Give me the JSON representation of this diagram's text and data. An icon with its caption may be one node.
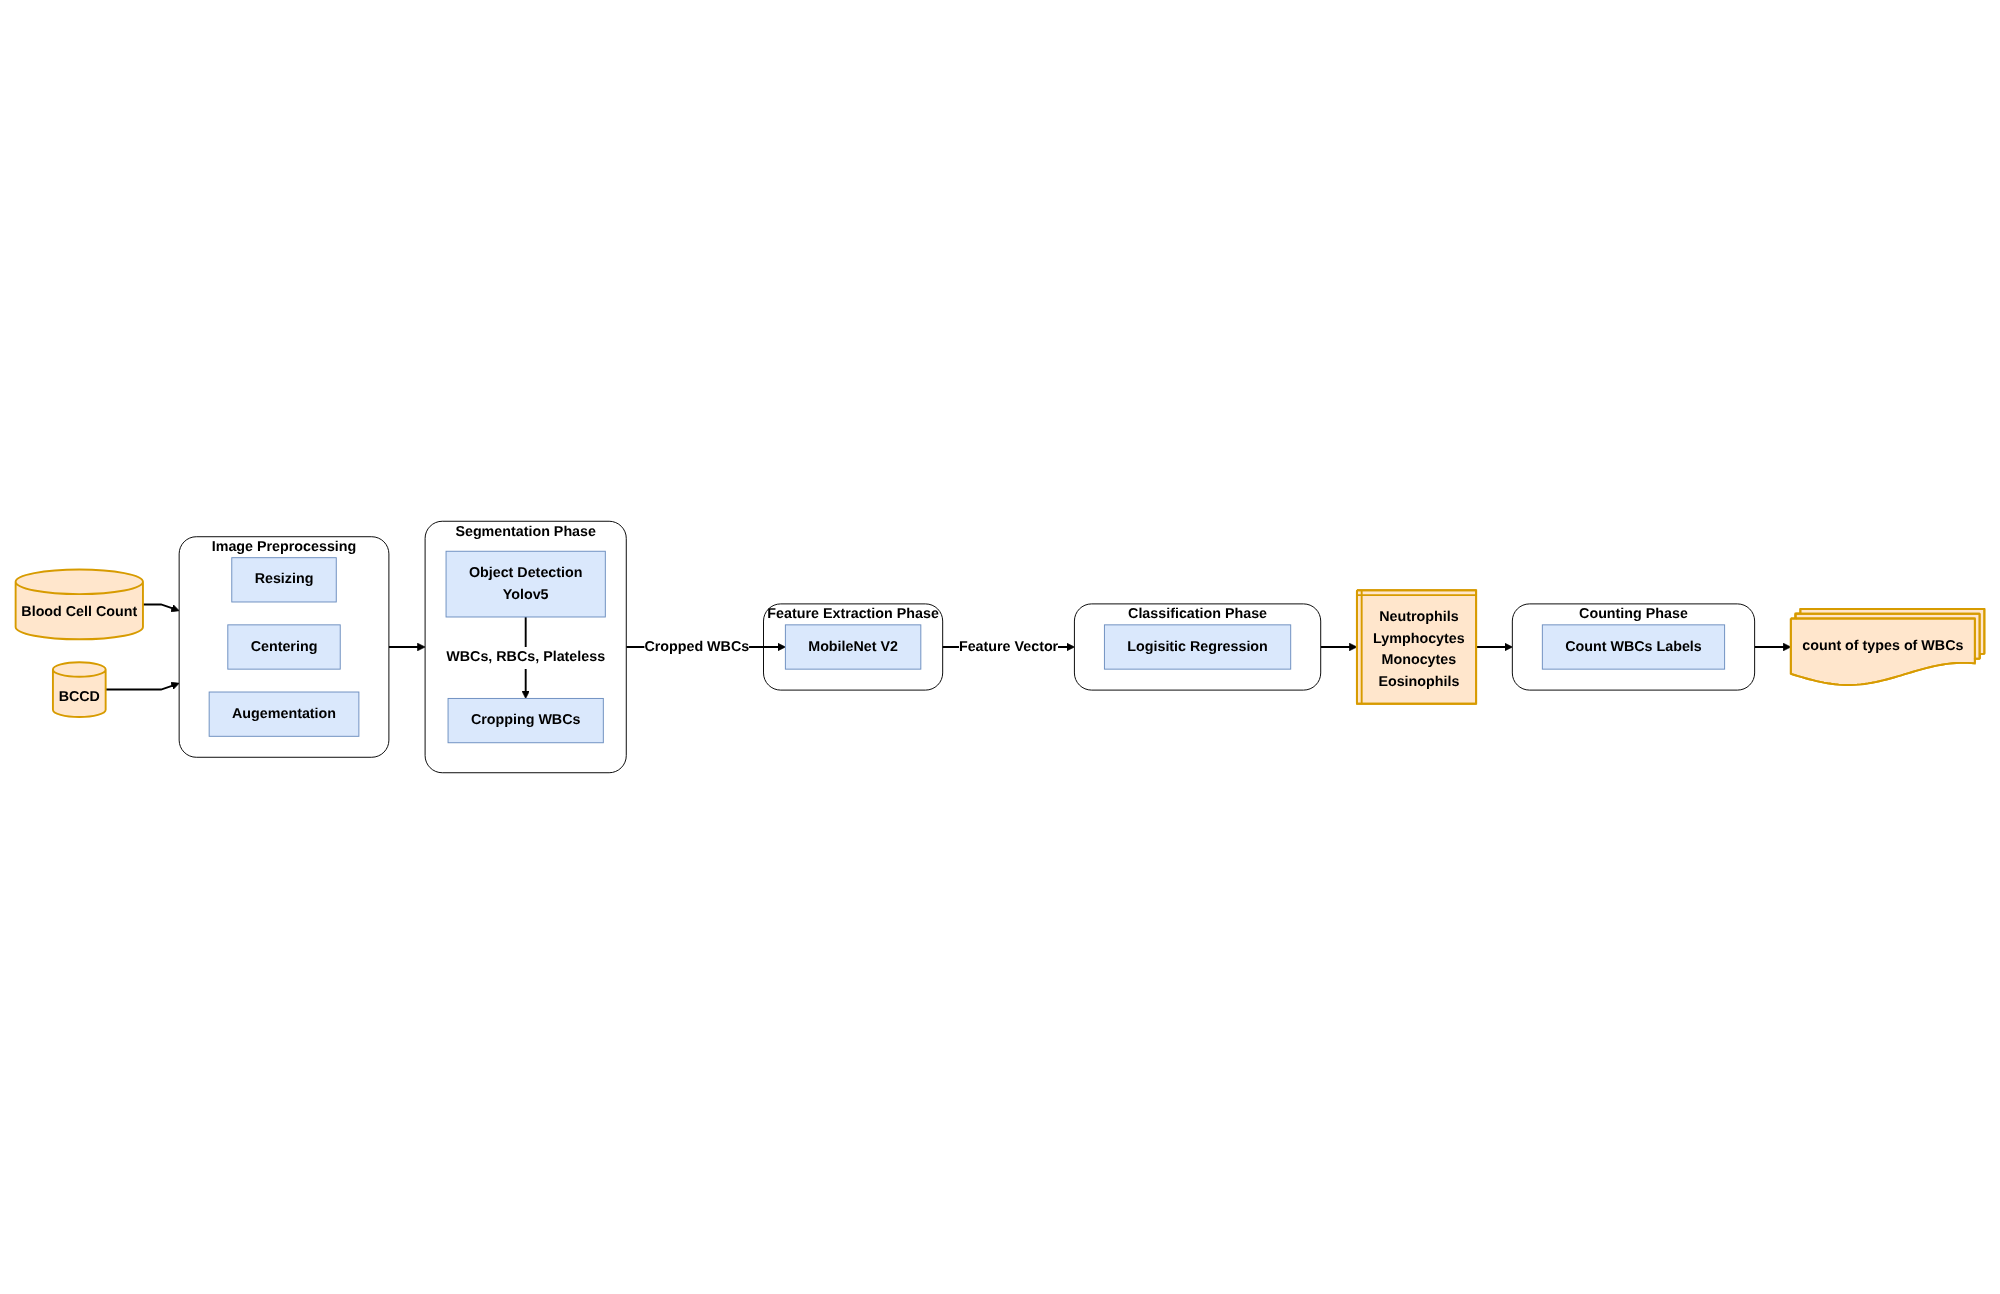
{
  "diagram": {
    "nodes": [
      {
        "text": [
          "Blood Cell Count"
        ]
      },
      {
        "text": [
          "BCCD"
        ]
      },
      {
        "text": [
          "Image Preprocessing"
        ]
      },
      {
        "text": [
          "Resizing"
        ],
        "in": 2
      },
      {
        "text": [
          "Centering"
        ],
        "in": 2
      },
      {
        "text": [
          "Augementation"
        ],
        "in": 2
      },
      {
        "text": [
          "Segmentation Phase"
        ]
      },
      {
        "text": [
          "Object Detection",
          "Yolov5"
        ],
        "in": 6
      },
      {
        "text": [
          "Cropping WBCs"
        ],
        "in": 6
      },
      {
        "text": [
          "Feature Extraction Phase"
        ]
      },
      {
        "text": [
          "MobileNet V2"
        ],
        "in": 9
      },
      {
        "text": [
          "Classification Phase"
        ]
      },
      {
        "text": [
          "Logisitic Regression"
        ],
        "in": 11
      },
      {
        "text": [
          "Neutrophils",
          "Lymphocytes",
          "Monocytes",
          "Eosinophils"
        ]
      },
      {
        "text": [
          "Counting Phase"
        ]
      },
      {
        "text": [
          "Count WBCs Labels"
        ],
        "in": 14
      },
      {
        "text": [
          "count of types of WBCs"
        ]
      }
    ],
    "edges": [
      {
        "from": 0,
        "to": 2,
        "arrow": "to"
      },
      {
        "from": 1,
        "to": 2,
        "arrow": "to"
      },
      {
        "from": 2,
        "to": 6,
        "arrow": "to"
      },
      {
        "from": 7,
        "to": 8,
        "arrow": "to",
        "label": "WBCs, RBCs, Plateless"
      },
      {
        "from": 6,
        "to": 10,
        "arrow": "to",
        "label": "Cropped WBCs"
      },
      {
        "from": 9,
        "to": 11,
        "arrow": "to",
        "label": "Feature Vector"
      },
      {
        "from": 11,
        "to": 13,
        "arrow": "to"
      },
      {
        "from": 13,
        "to": 14,
        "arrow": "to"
      },
      {
        "from": 14,
        "to": 16,
        "arrow": "to"
      }
    ]
  }
}
